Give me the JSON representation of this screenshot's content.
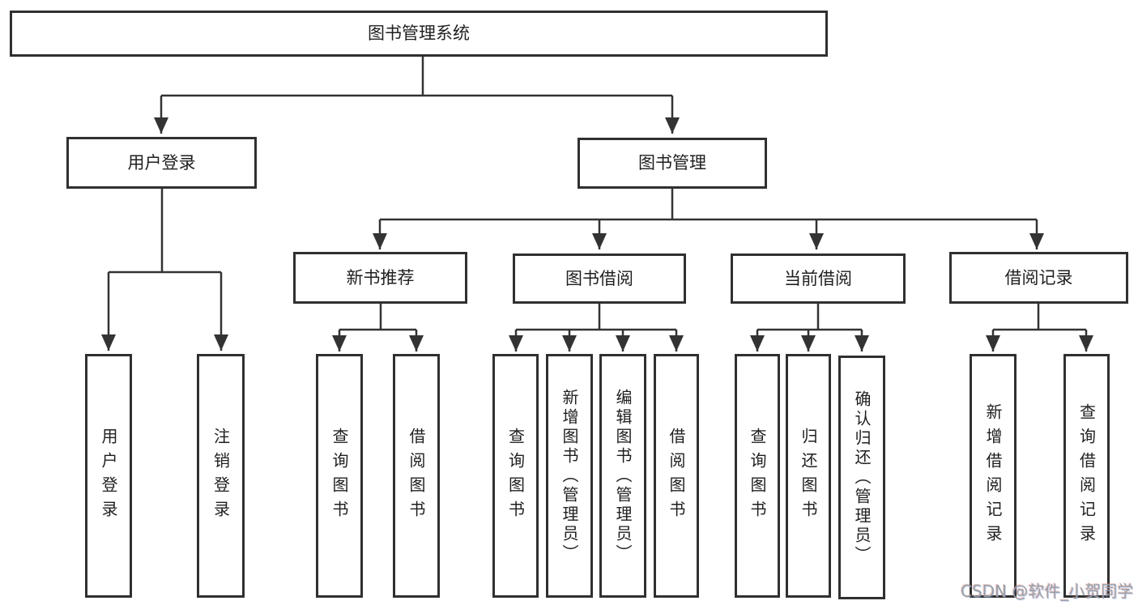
{
  "tree": {
    "label": "图书管理系统",
    "children": [
      {
        "label": "用户登录",
        "children": [
          {
            "label": "用户登录"
          },
          {
            "label": "注销登录"
          }
        ]
      },
      {
        "label": "图书管理",
        "children": [
          {
            "label": "新书推荐",
            "children": [
              {
                "label": "查询图书"
              },
              {
                "label": "借阅图书"
              }
            ]
          },
          {
            "label": "图书借阅",
            "children": [
              {
                "label": "查询图书"
              },
              {
                "label": "新增图书（管理员）"
              },
              {
                "label": "编辑图书（管理员）"
              },
              {
                "label": "借阅图书"
              }
            ]
          },
          {
            "label": "当前借阅",
            "children": [
              {
                "label": "查询图书"
              },
              {
                "label": "归还图书"
              },
              {
                "label": "确认归还（管理员）"
              }
            ]
          },
          {
            "label": "借阅记录",
            "children": [
              {
                "label": "新增借阅记录"
              },
              {
                "label": "查询借阅记录"
              }
            ]
          }
        ]
      }
    ]
  },
  "watermark": {
    "text": "CSDN @软件_小贺同学"
  },
  "colors": {
    "line": "#333333",
    "box_border": "#303030",
    "text": "#1f1f1f",
    "background": "#ffffff",
    "watermark": "#9aa0a6"
  }
}
